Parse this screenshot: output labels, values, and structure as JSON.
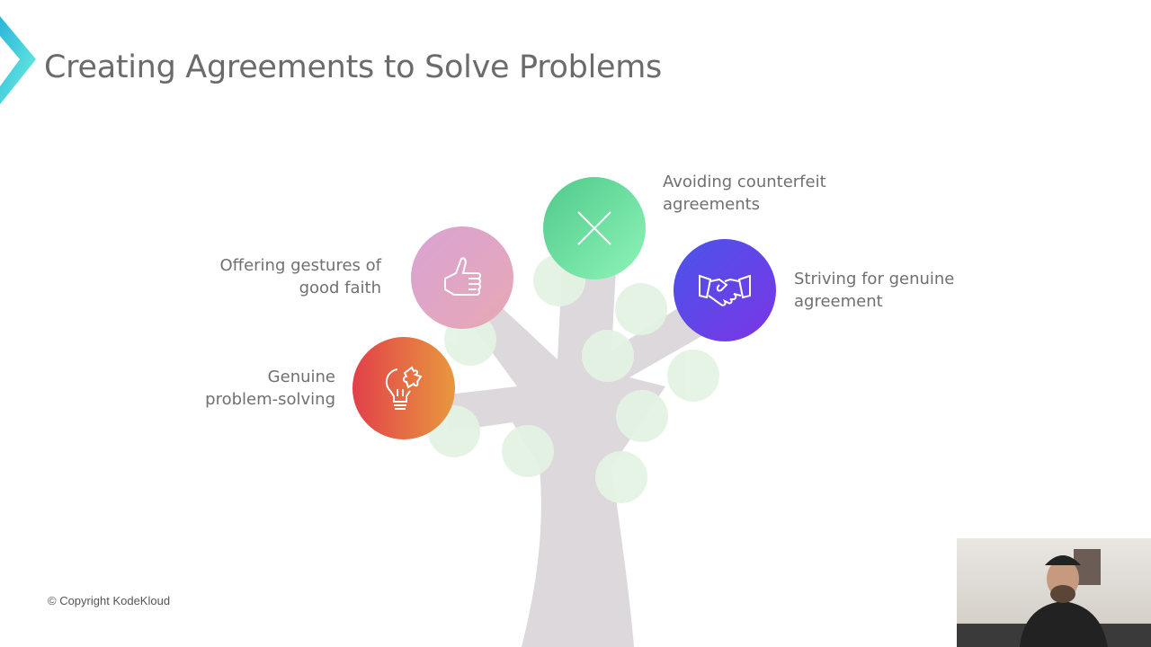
{
  "slide": {
    "title": "Creating Agreements to Solve Problems",
    "copyright": "© Copyright KodeKloud"
  },
  "items": [
    {
      "label_line1": "Avoiding counterfeit",
      "label_line2": "agreements",
      "icon": "x-icon",
      "color_start": "#4fc98a",
      "color_end": "#8ef5b8"
    },
    {
      "label_line1": "Offering gestures of",
      "label_line2": "good faith",
      "icon": "thumbs-up-icon",
      "color_start": "#d9a3d4",
      "color_end": "#e7a8b4"
    },
    {
      "label_line1": "Striving for genuine",
      "label_line2": "agreement",
      "icon": "handshake-icon",
      "color_start": "#4a55e8",
      "color_end": "#7b35e6"
    },
    {
      "label_line1": "Genuine",
      "label_line2": "problem-solving",
      "icon": "lightbulb-puzzle-icon",
      "color_start": "#e2404a",
      "color_end": "#e8983e"
    }
  ],
  "colors": {
    "accent": "#3fd6d6",
    "trunk": "#dcd8dc",
    "leaf": "#e4f3e4"
  }
}
